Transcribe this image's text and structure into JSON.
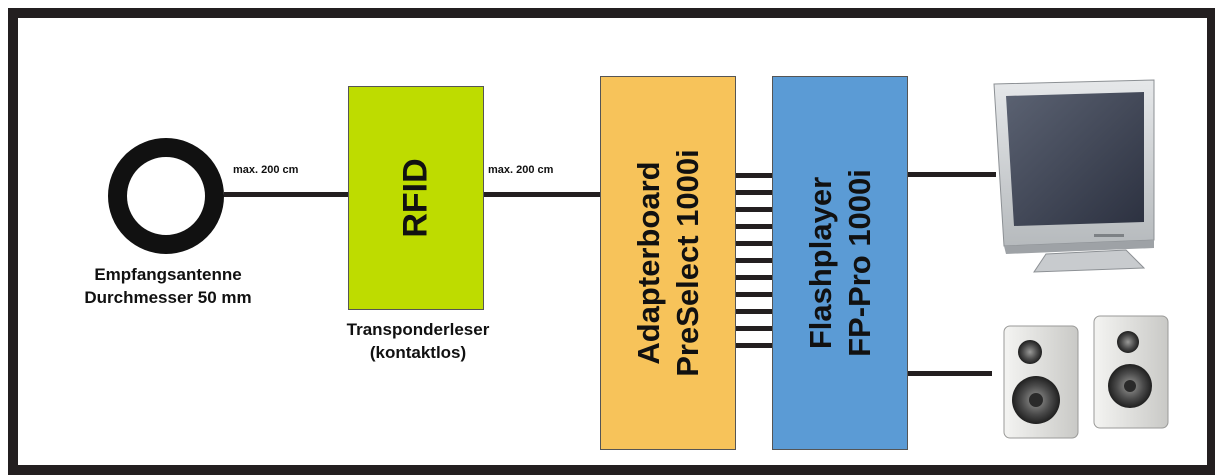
{
  "antenna": {
    "line1": "Empfangsantenne",
    "line2": "Durchmesser 50 mm"
  },
  "cable1": {
    "label": "max. 200 cm"
  },
  "rfid": {
    "title": "RFID",
    "caption_line1": "Transponderleser",
    "caption_line2": "(kontaktlos)",
    "color": "#bedc00"
  },
  "cable2": {
    "label": "max. 200 cm"
  },
  "adapter": {
    "line1": "Adapterboard",
    "line2": "PreSelect 1000i",
    "color": "#f7c35a"
  },
  "flashplayer": {
    "line1": "Flashplayer",
    "line2": "FP-Pro 1000i",
    "color": "#5b9bd5"
  },
  "outputs": {
    "monitor_icon": "monitor-icon",
    "speakers_icon": "speakers-icon"
  }
}
